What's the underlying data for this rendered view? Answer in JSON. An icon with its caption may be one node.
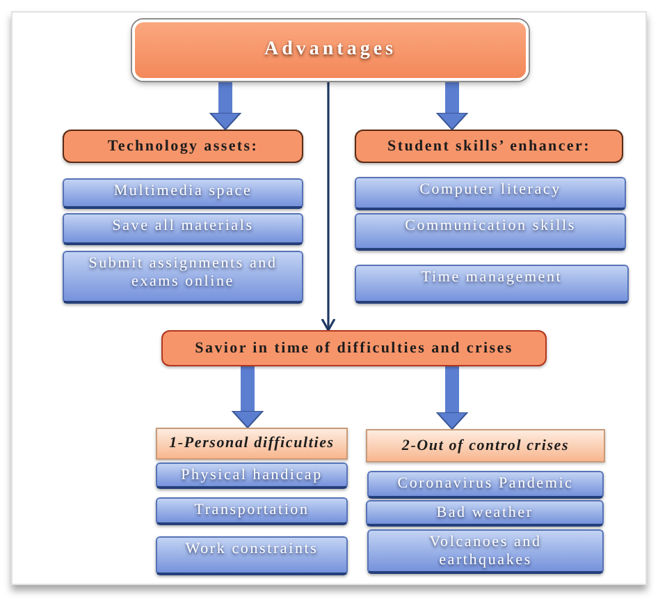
{
  "diagram": {
    "nodes": [
      {
        "text": [
          "Advantages"
        ]
      },
      {
        "text": [
          "Technology assets:"
        ]
      },
      {
        "text": [
          "Student skills’ enhancer:"
        ]
      },
      {
        "text": [
          "Multimedia space"
        ]
      },
      {
        "text": [
          "Save all materials"
        ]
      },
      {
        "text": [
          "Submit assignments and exams online"
        ]
      },
      {
        "text": [
          "Computer literacy"
        ]
      },
      {
        "text": [
          "Communication skills"
        ]
      },
      {
        "text": [
          "Time management"
        ]
      },
      {
        "text": [
          "Savior in time of difficulties and crises"
        ]
      },
      {
        "text": [
          "1-Personal difficulties"
        ]
      },
      {
        "text": [
          "2-Out of control crises"
        ]
      },
      {
        "text": [
          "Physical handicap"
        ]
      },
      {
        "text": [
          "Transportation"
        ]
      },
      {
        "text": [
          "Work constraints"
        ]
      },
      {
        "text": [
          "Coronavirus Pandemic"
        ]
      },
      {
        "text": [
          "Bad weather"
        ]
      },
      {
        "text": [
          "Volcanoes and earthquakes"
        ]
      }
    ],
    "edges": [
      {
        "from": 0,
        "to": 1,
        "arrow": "to",
        "style": "thick"
      },
      {
        "from": 0,
        "to": 2,
        "arrow": "to",
        "style": "thick"
      },
      {
        "from": 0,
        "to": 9,
        "arrow": "to",
        "color": "#1f3864"
      },
      {
        "from": 9,
        "to": 10,
        "arrow": "to",
        "style": "thick"
      },
      {
        "from": 9,
        "to": 11,
        "arrow": "to",
        "style": "thick"
      }
    ]
  }
}
